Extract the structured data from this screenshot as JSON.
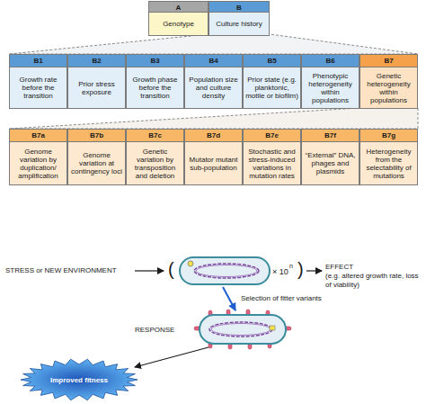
{
  "diagram": {
    "nodes": [
      {
        "text": [
          "A",
          "Genotype"
        ]
      },
      {
        "text": [
          "B",
          "Culture history"
        ]
      },
      {
        "text": [
          "B1",
          "Growth rate before the transition"
        ]
      },
      {
        "text": [
          "B2",
          "Prior stress exposure"
        ]
      },
      {
        "text": [
          "B3",
          "Growth phase before the transition"
        ]
      },
      {
        "text": [
          "B4",
          "Population size and culture density"
        ]
      },
      {
        "text": [
          "B5",
          "Prior state (e.g. planktonic, motile or biofilm)"
        ]
      },
      {
        "text": [
          "B6",
          "Phenotypic heterogeneity within populations"
        ]
      },
      {
        "text": [
          "B7",
          "Genetic heterogeneity within populations"
        ]
      },
      {
        "text": [
          "B7a",
          "Genome variation by duplication/ amplification"
        ]
      },
      {
        "text": [
          "B7b",
          "Genome variation at contingency loci"
        ]
      },
      {
        "text": [
          "B7c",
          "Genetic variation by transposition and deletion"
        ]
      },
      {
        "text": [
          "B7d",
          "Mutator mutant sub-population"
        ]
      },
      {
        "text": [
          "B7e",
          "Stochastic and stress-induced variations in mutation rates"
        ]
      },
      {
        "text": [
          "B7f",
          "“External” DNA, phages and plasmids"
        ]
      },
      {
        "text": [
          "B7g",
          "Heterogeneity from the selectability of mutations"
        ]
      },
      {
        "text": [
          "Improved fitness"
        ]
      }
    ],
    "labels": [
      "STRESS or NEW ENVIRONMENT",
      "(",
      "× 10",
      "n",
      ")",
      "EFFECT",
      "(e.g. altered growth rate, loss of viability)",
      "Selection of fitter variants",
      "RESPONSE"
    ]
  }
}
